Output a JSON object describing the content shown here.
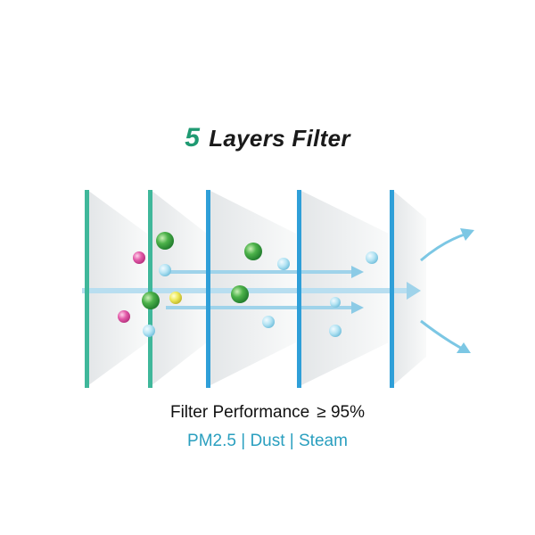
{
  "title": {
    "number": "5",
    "text": "Layers Filter"
  },
  "performance": {
    "label": "Filter Performance",
    "value": "≥ 95%"
  },
  "targets": "PM2.5 | Dust | Steam",
  "colors": {
    "accent_green": "#1f9a72",
    "accent_blue": "#2a9fbf",
    "layer_green": "#3fb79a",
    "layer_blue": "#2f9fd8",
    "airflow": "#7cc7e4",
    "particle_green": "#3aa84a",
    "particle_pink": "#e25aa8",
    "particle_yellow": "#e6e24a",
    "particle_cyan": "#a7dff0"
  },
  "layers": [
    {
      "name": "layer-1",
      "color": "green"
    },
    {
      "name": "layer-2",
      "color": "green"
    },
    {
      "name": "layer-3",
      "color": "blue"
    },
    {
      "name": "layer-4",
      "color": "blue"
    },
    {
      "name": "layer-5",
      "color": "blue"
    }
  ],
  "particles": [
    "pink",
    "green",
    "cyan",
    "yellow"
  ]
}
